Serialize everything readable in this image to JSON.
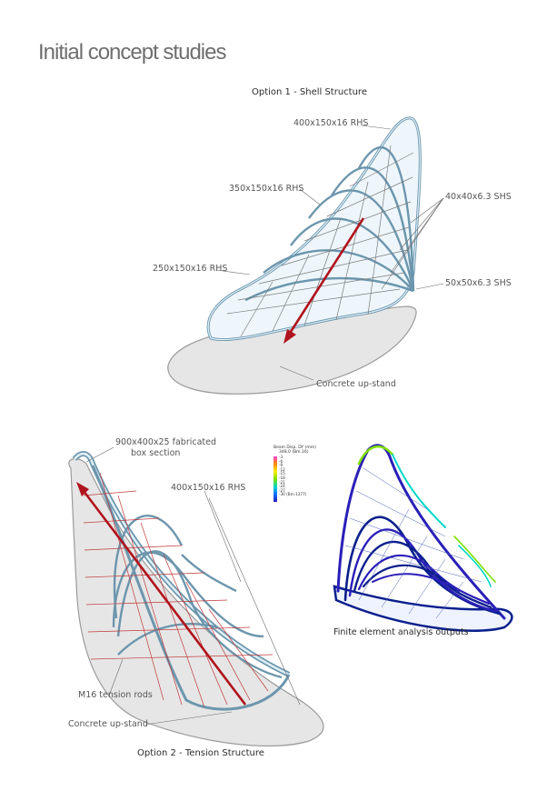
{
  "page": {
    "title": "Initial concept studies"
  },
  "option1": {
    "caption": "Option 1 - Shell Structure",
    "labels": {
      "rhs_400": "400x150x16 RHS",
      "rhs_350": "350x150x16 RHS",
      "shs_40": "40x40x6.3 SHS",
      "rhs_250": "250x150x16 RHS",
      "shs_50": "50x50x6.3 SHS",
      "upstand": "Concrete up-stand"
    }
  },
  "option2": {
    "caption": "Option 2 - Tension Structure",
    "labels": {
      "box_line1": "900x400x25 fabricated",
      "box_line2": "box section",
      "rhs_400": "400x150x16 RHS",
      "rods": "M16 tension rods",
      "upstand": "Concrete up-stand"
    }
  },
  "fea": {
    "caption": "Finite element analysis outputs",
    "legend_title_1": "Beam Disp. DY (mm)",
    "legend_title_2": "348.0 (Bm.16)",
    "legend_values": [
      "-3",
      "-6",
      "-9",
      "-12",
      "-15",
      "-18",
      "-21",
      "-24",
      "-27",
      "-30 (Bm.1377)"
    ],
    "colors": {
      "high": "#ff3fd0",
      "mid": "#ffee00",
      "low": "#2a1fb8",
      "frame": "#0b1f8c"
    }
  }
}
